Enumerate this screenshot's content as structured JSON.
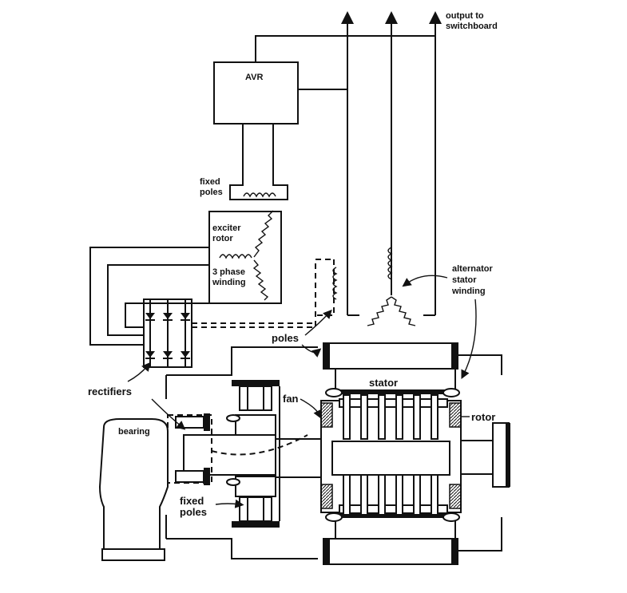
{
  "labels": {
    "output": [
      "output to",
      "switchboard"
    ],
    "avr": "AVR",
    "fixed_poles_top": [
      "fixed",
      "poles"
    ],
    "exciter": [
      "exciter",
      "rotor",
      "3 phase",
      "winding"
    ],
    "alternator": [
      "alternator",
      "stator",
      "winding"
    ],
    "poles": "poles",
    "rectifiers": "rectifiers",
    "fan": "fan",
    "stator": "stator",
    "rotor": "rotor",
    "bearing": "bearing",
    "fixed_poles_bottom": [
      "fixed",
      "poles"
    ]
  }
}
